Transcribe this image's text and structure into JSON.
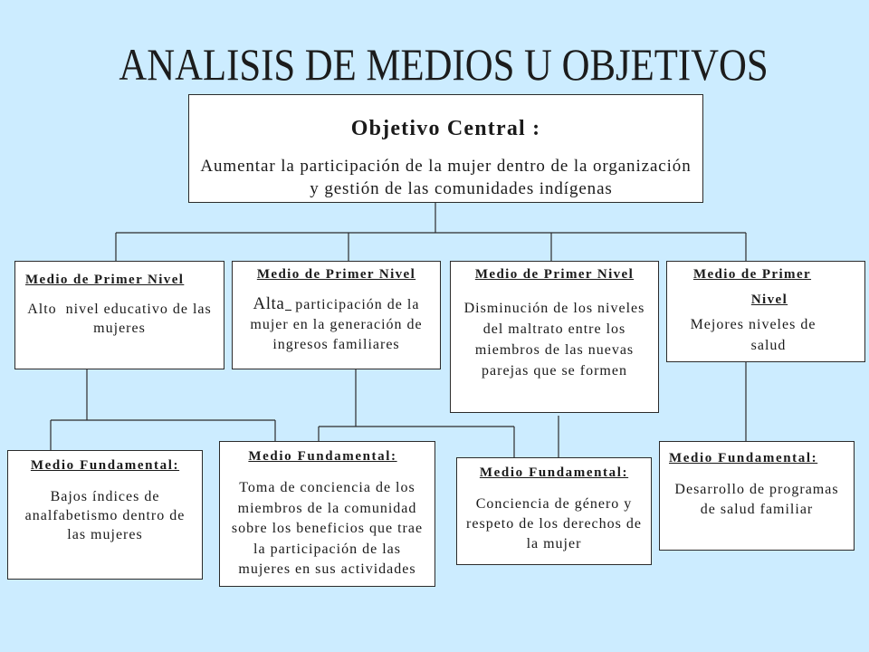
{
  "title": "ANALISIS DE MEDIOS U OBJETIVOS",
  "central_objective": {
    "label": "Objetivo Central :",
    "lines": [
      "Aumentar la participación de la mujer dentro de la organización",
      "y gestión de las comunidades indígenas"
    ]
  },
  "first_level_means": [
    {
      "label_lines": [
        "Medio de Primer Nivel"
      ],
      "lines": [
        "Alto  nivel educativo de las",
        "mujeres"
      ]
    },
    {
      "label_lines": [
        "Medio de Primer Nivel"
      ],
      "lead": "Alta",
      "lines": [
        "participación de la",
        "mujer en la generación de",
        "ingresos familiares"
      ]
    },
    {
      "label_lines": [
        "Medio de Primer Nivel"
      ],
      "lines": [
        "Disminución de los niveles",
        "del maltrato entre los",
        "miembros de las nuevas",
        "parejas que se formen"
      ]
    },
    {
      "label_lines": [
        "Medio de Primer",
        "Nivel"
      ],
      "lines": [
        "Mejores niveles de",
        "salud"
      ]
    }
  ],
  "fundamental_means": [
    {
      "label": "Medio Fundamental:",
      "lines": [
        "Bajos índices de",
        "analfabetismo dentro de",
        "las mujeres"
      ]
    },
    {
      "label": "Medio Fundamental:",
      "lines": [
        "Toma de conciencia de los",
        "miembros de la comunidad",
        "sobre los beneficios que trae",
        "la participación de las",
        "mujeres en sus actividades"
      ]
    },
    {
      "label": "Medio Fundamental:",
      "lines": [
        "Conciencia de género y",
        "respeto de los derechos de",
        "la mujer"
      ]
    },
    {
      "label": "Medio Fundamental:",
      "lines": [
        "Desarrollo de programas",
        "de salud familiar"
      ]
    }
  ],
  "colors": {
    "background": "#CCECFF",
    "box_fill": "#FFFFFF",
    "border": "#2B2B2B",
    "text": "#1A1A1A"
  }
}
